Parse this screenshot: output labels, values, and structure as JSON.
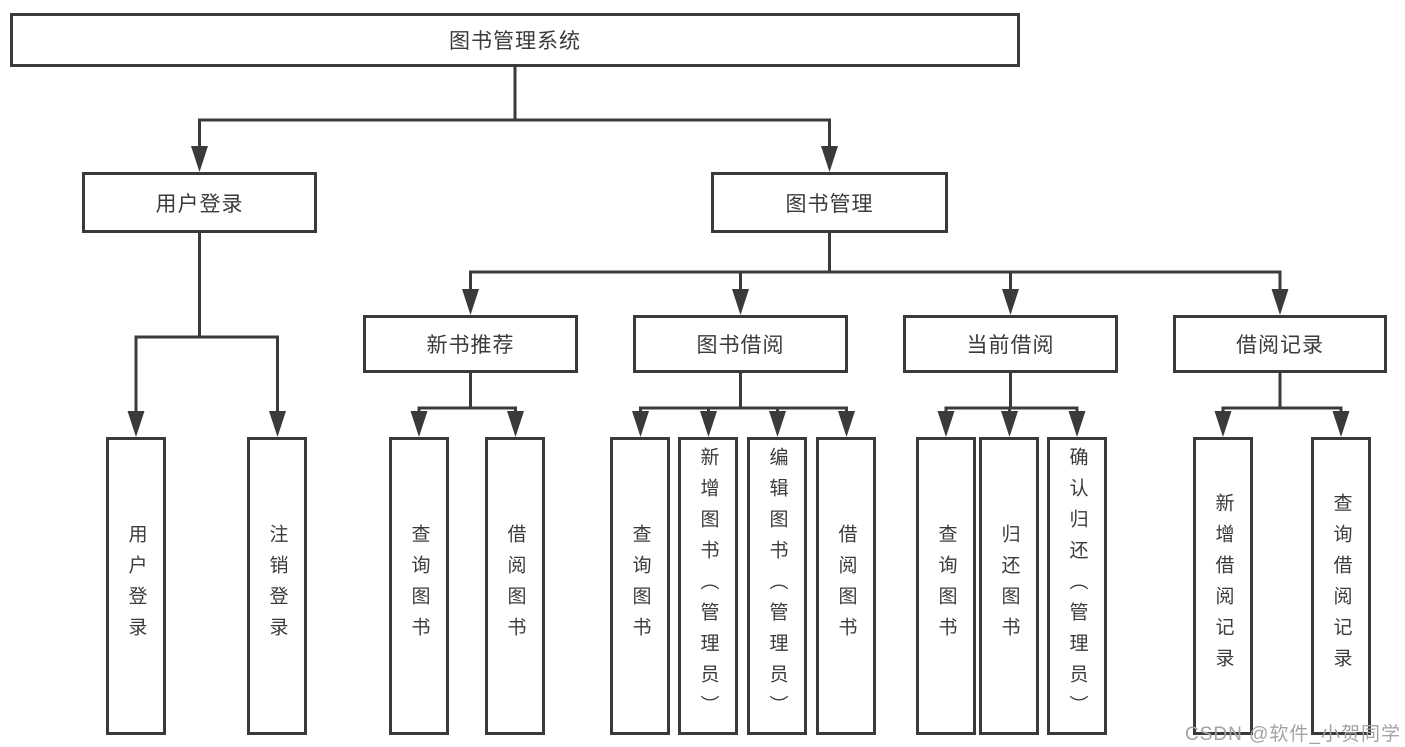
{
  "diagram": {
    "type": "hierarchy-tree",
    "orientation": "top-down",
    "line_color": "#3a3a3a",
    "box_border_color": "#3a3a3a",
    "box_fill_color": "#ffffff",
    "text_color": "#3b3b3b",
    "background_color": "#ffffff"
  },
  "nodes": {
    "root": "图书管理系统",
    "user_login": "用户登录",
    "book_management": "图书管理",
    "new_book_recommend": "新书推荐",
    "book_borrow": "图书借阅",
    "current_borrow": "当前借阅",
    "borrow_records": "借阅记录"
  },
  "leaves": {
    "user_login_login": "用户登录",
    "user_login_logout": "注销登录",
    "rec_query_books": "查询图书",
    "rec_borrow_books": "借阅图书",
    "bb_query_books": "查询图书",
    "bb_add_books_admin": "新增图书（管理员）",
    "bb_edit_books_admin": "编辑图书（管理员）",
    "bb_borrow_books": "借阅图书",
    "cb_query_books": "查询图书",
    "cb_return_books": "归还图书",
    "cb_confirm_return_admin": "确认归还（管理员）",
    "br_add_record": "新增借阅记录",
    "br_query_record": "查询借阅记录"
  },
  "edges": [
    {
      "from": "root",
      "to": [
        "user_login",
        "book_management"
      ]
    },
    {
      "from": "user_login",
      "to": [
        "user_login_login",
        "user_login_logout"
      ]
    },
    {
      "from": "book_management",
      "to": [
        "new_book_recommend",
        "book_borrow",
        "current_borrow",
        "borrow_records"
      ]
    },
    {
      "from": "new_book_recommend",
      "to": [
        "rec_query_books",
        "rec_borrow_books"
      ]
    },
    {
      "from": "book_borrow",
      "to": [
        "bb_query_books",
        "bb_add_books_admin",
        "bb_edit_books_admin",
        "bb_borrow_books"
      ]
    },
    {
      "from": "current_borrow",
      "to": [
        "cb_query_books",
        "cb_return_books",
        "cb_confirm_return_admin"
      ]
    },
    {
      "from": "borrow_records",
      "to": [
        "br_add_record",
        "br_query_record"
      ]
    }
  ],
  "watermark": {
    "text": "CSDN @软件_小贺同学",
    "color": "#a3a3a3"
  }
}
